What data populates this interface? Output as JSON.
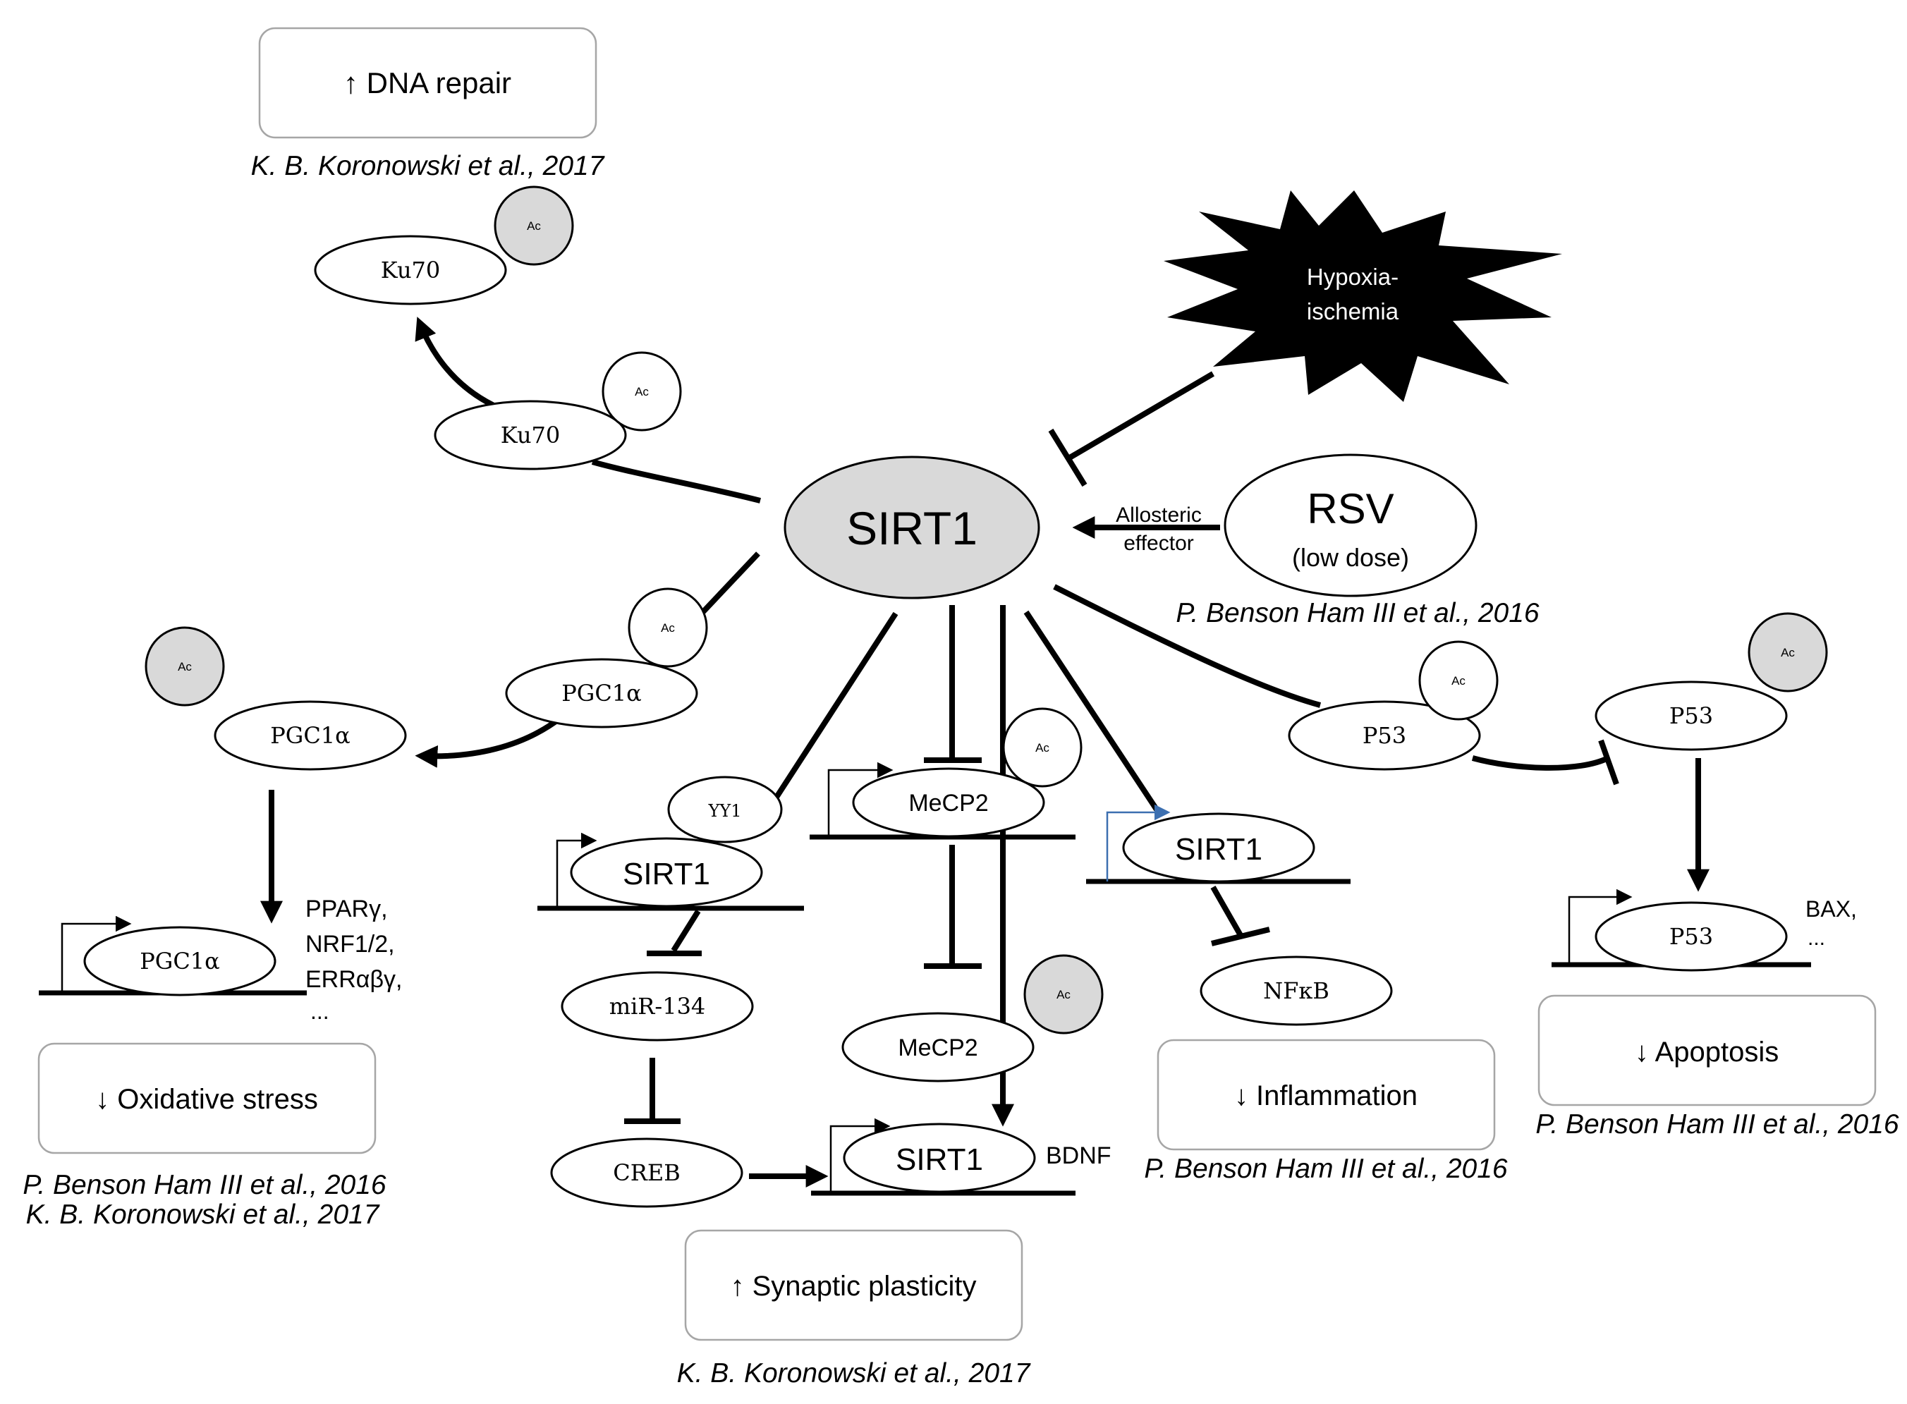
{
  "nodes": {
    "sirt1_center": "SIRT1",
    "hypoxia_line1": "Hypoxia-",
    "hypoxia_line2": "ischemia",
    "rsv": "RSV",
    "rsv_sub": "(low dose)",
    "allosteric_line1": "Allosteric",
    "allosteric_line2": "effector",
    "ku70": "Ku70",
    "ac": "Ac",
    "pgc1a": "PGC1α",
    "p53": "P53",
    "yy1": "YY1",
    "sirt1": "SIRT1",
    "mecp2": "MeCP2",
    "mir134": "miR-134",
    "creb": "CREB",
    "nfkb": "NFκB",
    "bdnf": "BDNF",
    "bax_line1": "BAX,",
    "ellipsis": "...",
    "pgc_targets": [
      "PPARγ,",
      "NRF1/2,",
      "ERRαβγ,",
      "..."
    ]
  },
  "outcomes": {
    "dna_repair": "↑ DNA repair",
    "oxidative_stress": "↓ Oxidative stress",
    "synaptic_plasticity": "↑ Synaptic plasticity",
    "inflammation": "↓ Inflammation",
    "apoptosis": "↓ Apoptosis"
  },
  "citations": {
    "koronowski": "K. B. Koronowski et al., 2017",
    "benson": "P. Benson Ham III et al., 2016"
  },
  "colors": {
    "grey_fill": "#d9d9d9",
    "box_border": "#a6a6a6",
    "promoter_blue": "#3c6fb0",
    "burst": "#000000"
  }
}
